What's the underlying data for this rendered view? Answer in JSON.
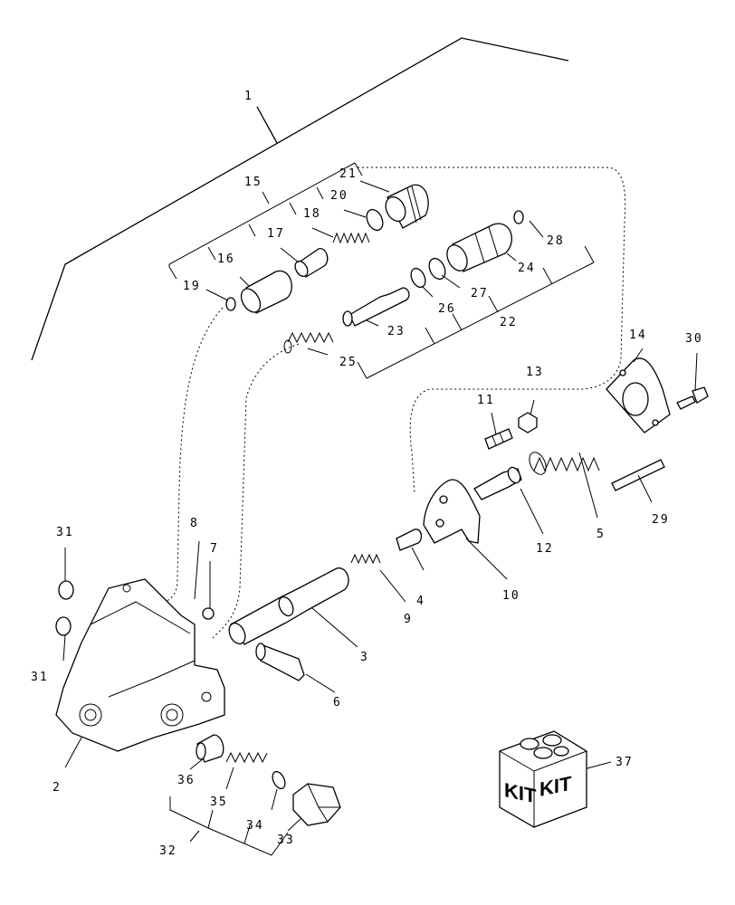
{
  "kit": {
    "left_label": "KIT",
    "right_label": "KIT"
  },
  "callouts": {
    "n1": "1",
    "n2": "2",
    "n3": "3",
    "n4": "4",
    "n5": "5",
    "n6": "6",
    "n7": "7",
    "n8": "8",
    "n9": "9",
    "n10": "10",
    "n11": "11",
    "n12": "12",
    "n13": "13",
    "n14": "14",
    "n15": "15",
    "n16": "16",
    "n17": "17",
    "n18": "18",
    "n19": "19",
    "n20": "20",
    "n21": "21",
    "n22": "22",
    "n23": "23",
    "n24": "24",
    "n25": "25",
    "n26": "26",
    "n27": "27",
    "n28": "28",
    "n29": "29",
    "n30": "30",
    "n31a": "31",
    "n31b": "31",
    "n32": "32",
    "n33": "33",
    "n34": "34",
    "n35": "35",
    "n36": "36",
    "n37": "37"
  }
}
